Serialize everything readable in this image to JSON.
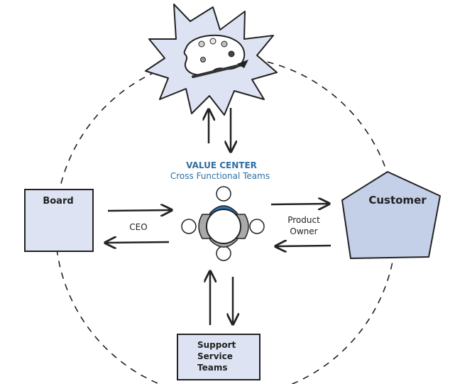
{
  "value_center": {
    "title": "VALUE CENTER",
    "subtitle": "Cross Functional Teams"
  },
  "nodes": {
    "board": "Board",
    "customer": "Customer",
    "support": [
      "Support",
      "Service",
      "Teams"
    ]
  },
  "edge_labels": {
    "ceo": "CEO",
    "product_owner": [
      "Product",
      "Owner"
    ]
  },
  "icons": {
    "vision": "palette-icon",
    "team": "team-table-icon"
  },
  "colors": {
    "node_fill": "#dde3f3",
    "customer_fill": "#c4cfe8",
    "accent_blue": "#2f6fa3",
    "team_blue": "#2f74b5",
    "team_gray": "#a9a9a9",
    "stroke": "#222222"
  }
}
